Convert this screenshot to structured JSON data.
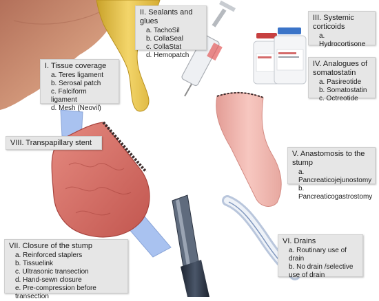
{
  "boxes": {
    "b1": {
      "title": "I. Tissue coverage",
      "items": [
        "a. Teres ligament",
        "b. Serosal patch",
        "c. Falciform ligament",
        "d. Mesh (Neovil)"
      ]
    },
    "b2": {
      "title": "II. Sealants and glues",
      "items": [
        "a. TachoSil",
        "b. CollaSeal",
        "c. CollaStat",
        "d. Hemopatch"
      ]
    },
    "b3": {
      "title": "III. Systemic corticoids",
      "items": [
        "a. Hydrocortisone"
      ]
    },
    "b4": {
      "title": "IV. Analogues of somatostatin",
      "items": [
        "a. Pasireotide",
        "b. Somatostatin",
        "c. Octreotide"
      ]
    },
    "b5": {
      "title": "V. Anastomosis to the stump",
      "items": [
        "a. Pancreaticojejunostomy",
        "b. Pancreaticogastrostomy"
      ]
    },
    "b6": {
      "title": "VI. Drains",
      "items": [
        "a. Routinary use of drain",
        "b. No drain /selective use of drain"
      ]
    },
    "b7": {
      "title": "VII. Closure of the stump",
      "items": [
        "a. Reinforced staplers",
        "b. Tissuelink",
        "c. Ultrasonic transection",
        "d. Hand-sewn closure",
        "e. Pre-compression before transection"
      ]
    },
    "b8": {
      "title": "VIII. Transpapillary stent"
    }
  },
  "colors": {
    "box_bg": "#e6e6e6",
    "liver": "#c98a6a",
    "pancreas": "#d9716a",
    "stent": "#a9c2f0",
    "bowel": "#f2b4ad",
    "sealant": "#e8c24a",
    "vial_cap": "#3b74c8"
  },
  "icons": [
    "liver-illustration",
    "sealant-glue-illustration",
    "syringe-icon",
    "vial-icon",
    "pancreas-stump-illustration",
    "stent-tube-illustration",
    "bowel-loop-illustration",
    "drain-tube-illustration",
    "stapler-icon"
  ]
}
